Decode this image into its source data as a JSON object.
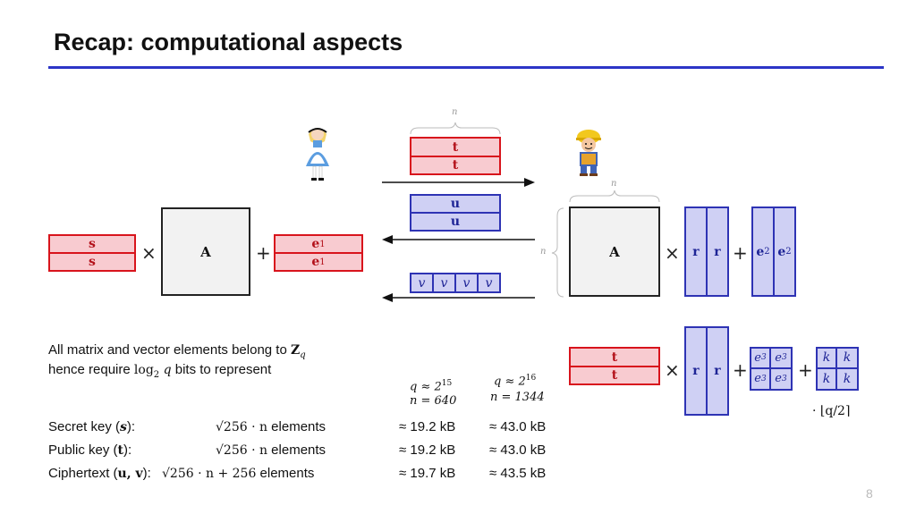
{
  "title": "Recap: computational aspects",
  "page_number": "8",
  "labels": {
    "n": "n",
    "s": "s",
    "A": "A",
    "e1": "e",
    "e1_sub": "1",
    "t": "t",
    "u": "u",
    "v": "v",
    "r": "r",
    "e2": "e",
    "e2_sub": "2",
    "e3": "e",
    "e3_sub": "3",
    "k": "k",
    "times": "×",
    "plus": "+",
    "round_q2": "· ⌊q/2⌉"
  },
  "note": {
    "line1_prefix": "All matrix and vector elements belong to ",
    "line1_field": "Z",
    "line1_field_sub": "q",
    "line2_prefix": "hence require ",
    "line2_log": "log",
    "line2_log_sub": "2",
    "line2_q": " q",
    "line2_suffix": " bits to represent"
  },
  "params": [
    {
      "q": "q ≈ 2",
      "q_exp": "15",
      "n": "n = 640"
    },
    {
      "q": "q ≈ 2",
      "q_exp": "16",
      "n": "n = 1344"
    }
  ],
  "sizes": [
    {
      "label": "Secret key (",
      "sym": "s",
      "close": "):",
      "formula": "√256 · n",
      "unit": " elements",
      "v1": "≈ 19.2 kB",
      "v2": "≈ 43.0 kB"
    },
    {
      "label": "Public key (",
      "sym": "t",
      "close": "):",
      "formula": "√256 · n",
      "unit": " elements",
      "v1": "≈ 19.2 kB",
      "v2": "≈ 43.0 kB"
    },
    {
      "label": "Ciphertext (",
      "sym": "u, v",
      "close": "):",
      "formula": "√256 · n + 256",
      "unit": " elements",
      "v1": "≈ 19.7 kB",
      "v2": "≈ 43.5 kB"
    }
  ]
}
